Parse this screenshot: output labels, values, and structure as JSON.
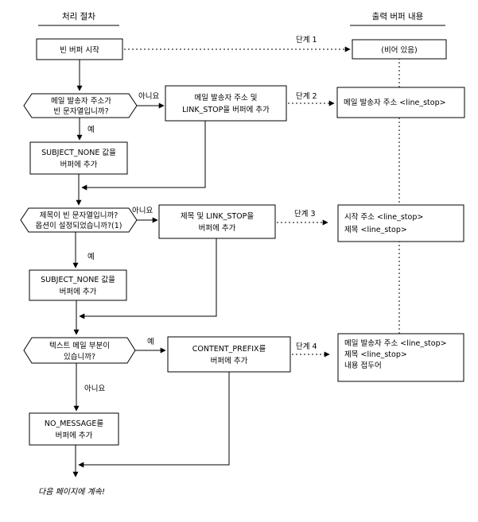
{
  "headers": {
    "left": "처리 절차",
    "right": "출력 버퍼 내용"
  },
  "steps": {
    "start": "빈 버퍼 시작",
    "decision1": [
      "메일 발송자 주소가",
      "빈 문자열입니까?"
    ],
    "decision1_no": "아니요",
    "decision1_yes": "예",
    "add_sender": [
      "메일 발송자 주소 및",
      "LINK_STOP을 버퍼에 추가"
    ],
    "subject_none_1": [
      "SUBJECT_NONE 값을",
      "버퍼에 추가"
    ],
    "decision2": [
      "제목이 빈 문자열입니까?",
      "옵션이 설정되었습니까?(1)"
    ],
    "decision2_no": "아니요",
    "decision2_yes": "예",
    "add_subject": [
      "제목 및 LINK_STOP을",
      "버퍼에 추가"
    ],
    "subject_none_2": [
      "SUBJECT_NONE 값을",
      "버퍼에 추가"
    ],
    "decision3": [
      "텍스트 메일 부분이",
      "있습니까?"
    ],
    "decision3_yes": "예",
    "decision3_no": "아니요",
    "add_content": [
      "CONTENT_PREFIX를",
      "버퍼에 추가"
    ],
    "no_message": [
      "NO_MESSAGE를",
      "버퍼에 추가"
    ],
    "continue_note": "다음 페이지에 계속!"
  },
  "stages": [
    "단계 1",
    "단계 2",
    "단계 3",
    "단계 4"
  ],
  "buffer": {
    "b1": [
      "(비어 있음)"
    ],
    "b2": [
      "메일 발송자 주소 <line_stop>"
    ],
    "b3": [
      "시작 주소 <line_stop>",
      "제목 <line_stop>"
    ],
    "b4": [
      "메일 발송자 주소 <line_stop>",
      "제목 <line_stop>",
      "내용 접두어"
    ]
  }
}
